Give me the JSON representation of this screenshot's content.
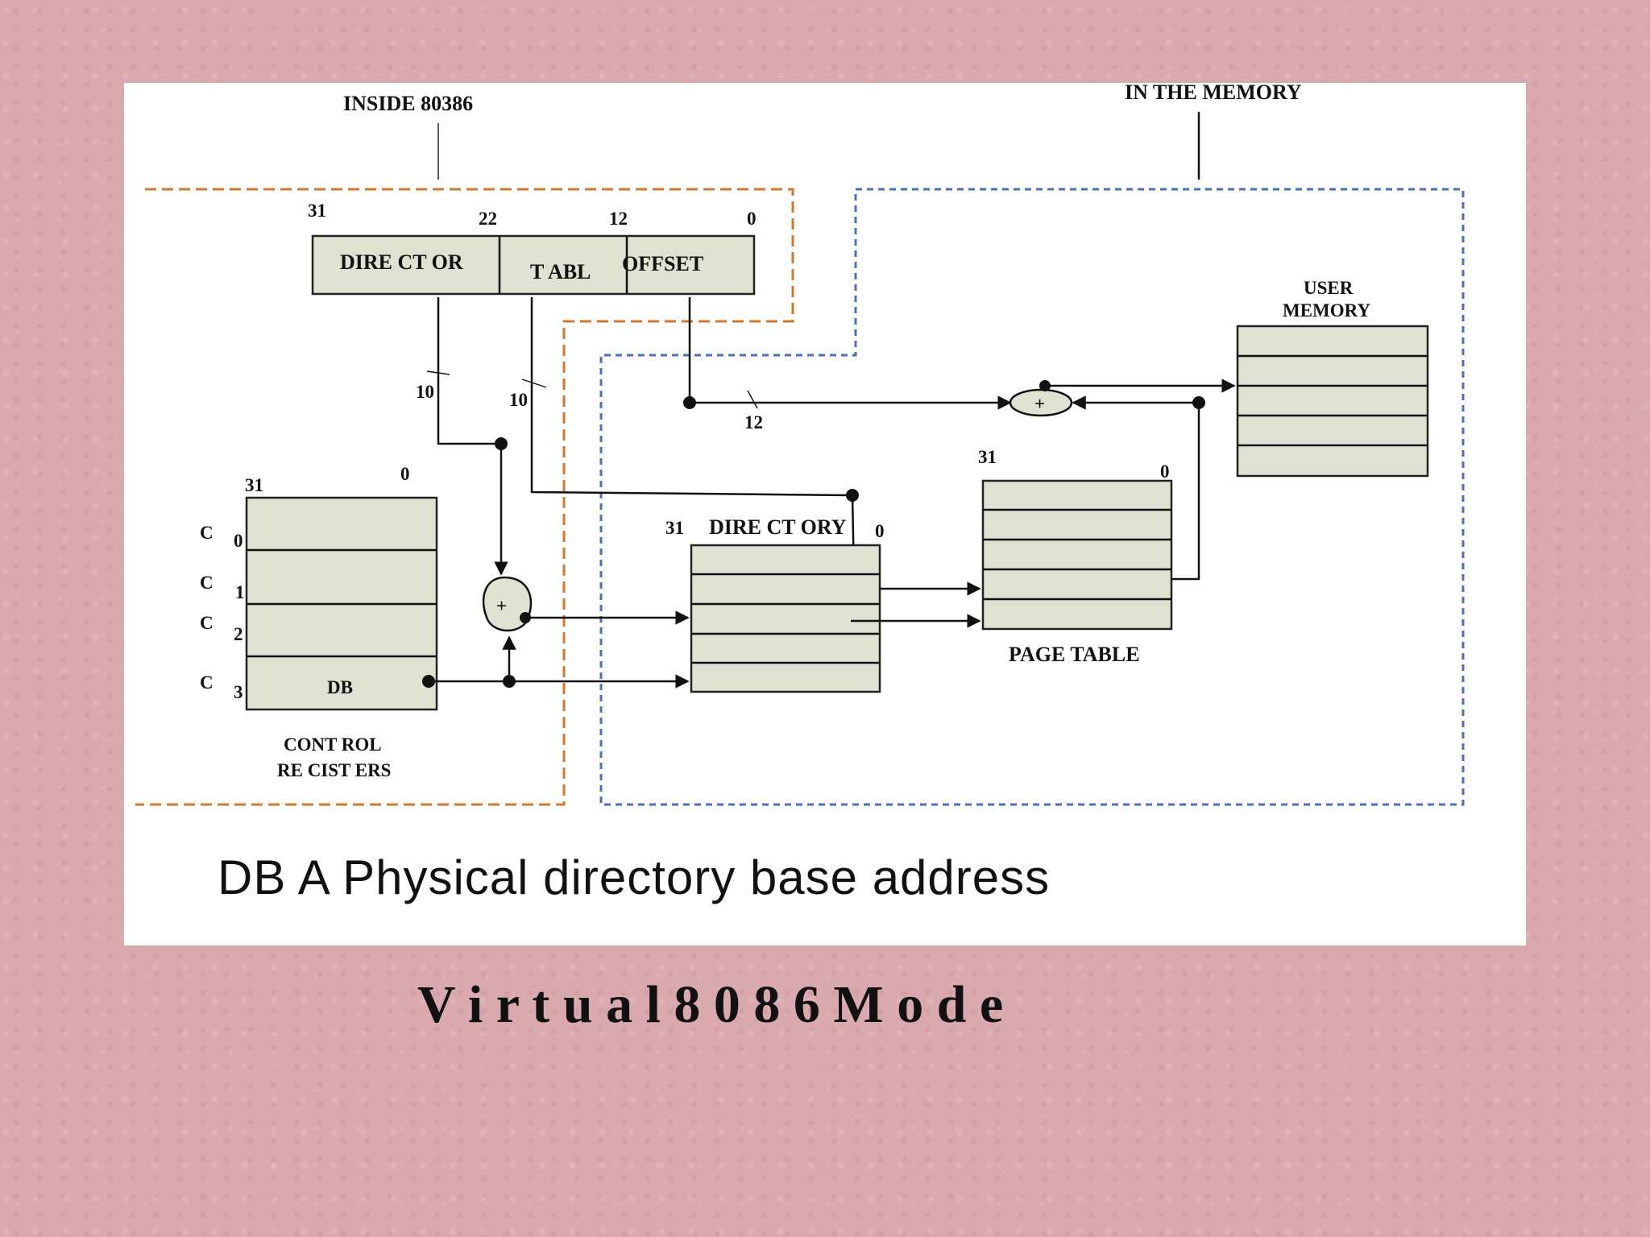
{
  "diagram": {
    "labels": {
      "inside": "INSIDE  80386",
      "memory": "IN THE MEMORY",
      "bit31": "31",
      "bit22": "22",
      "bit12": "12",
      "bit0": "0",
      "field_dir": "DIRE CT OR",
      "field_tabl": "T ABL",
      "field_offset": "OFFSET",
      "w10a": "10",
      "w10b": "10",
      "w12": "12",
      "user_memory_1": "USER",
      "user_memory_2": "MEMORY",
      "pt_31": "31",
      "pt_0": "0",
      "cr_31": "31",
      "cr_0": "0",
      "c0": "C",
      "c0n": "0",
      "c1": "C",
      "c1n": "1",
      "c2": "C",
      "c2n": "2",
      "c3": "C",
      "c3n": "3",
      "db": "DB",
      "dir_31": "31",
      "directory": "DIRE CT ORY",
      "dir_0": "0",
      "page_table": "PAGE TABLE",
      "control_1": "CONT ROL",
      "control_2": "RE CIST ERS",
      "plus": "+"
    },
    "caption": "DB A Physical directory base address"
  },
  "slide": {
    "title": "V i r t u a l  8  0  8  6   M o d e"
  },
  "colors": {
    "background": "#d9a9ad",
    "register_fill": "#dfe1d1",
    "inside_boundary": "#d2782c",
    "memory_boundary": "#4a6fc0"
  }
}
